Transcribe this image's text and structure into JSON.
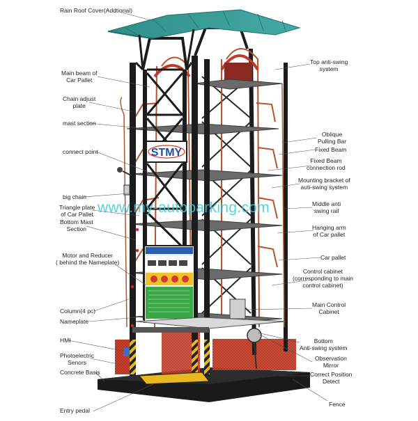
{
  "logo_text": "STMY",
  "watermark": "www.my-autoparking.com",
  "callouts": {
    "rain_roof": "Rain Roof Cover(Addtional)",
    "main_beam": "Main beam of\nCar Pallet",
    "chain_adjust": "Chain adjust\nplate",
    "mast_section": "mast section",
    "connect_point": "connect point",
    "big_chain": "big chain",
    "triangle_plate": "Triangle plate\nof Car Pallet",
    "bottom_mast": "Bottom Mast\nSection",
    "motor_reducer": "Motor and Reducer\n( behind the Nameplate)",
    "column": "Column(4 pc)",
    "nameplate": "Nameplate",
    "hmi": "HMI",
    "photoelectric": "Photoelectric\nSenors",
    "concrete": "Concrete Basis",
    "entry_pedal": "Entry pedal",
    "top_antiswing": "Top anti-swing\nsystem",
    "oblique_bar": "Oblique\nPulling Bar",
    "fixed_beam": "Fixed Beam",
    "fixed_beam_rod": "Fixed Beam\nconnection rod",
    "mounting_bracket": "Mounting bracket of\nauti-swing system",
    "middle_antiswing": "Middle anti\nswing rail",
    "hanging_arm": "Hanging arm\nof Car pallet",
    "car_pallet": "Car pallet",
    "control_cabinet": "Control cabinet\n(corresponding to main\ncontrol cabinet)",
    "main_control": "Main Control\nCabinet",
    "bottom_antiswing": "Bottom\nAnti-swing system",
    "observation_mirror": "Observation\nMirror",
    "correct_position": "Correct Position\nDetect",
    "fence": "Fence"
  },
  "colors": {
    "frame": "#1c1c1c",
    "roof": "#2f8e8a",
    "chain": "#b5532a",
    "pallet": "#6a6a6a",
    "fence": "#d2442d",
    "sign_green": "#39a845",
    "sign_red": "#d23a2e",
    "watermark": "#3fc8d8"
  }
}
